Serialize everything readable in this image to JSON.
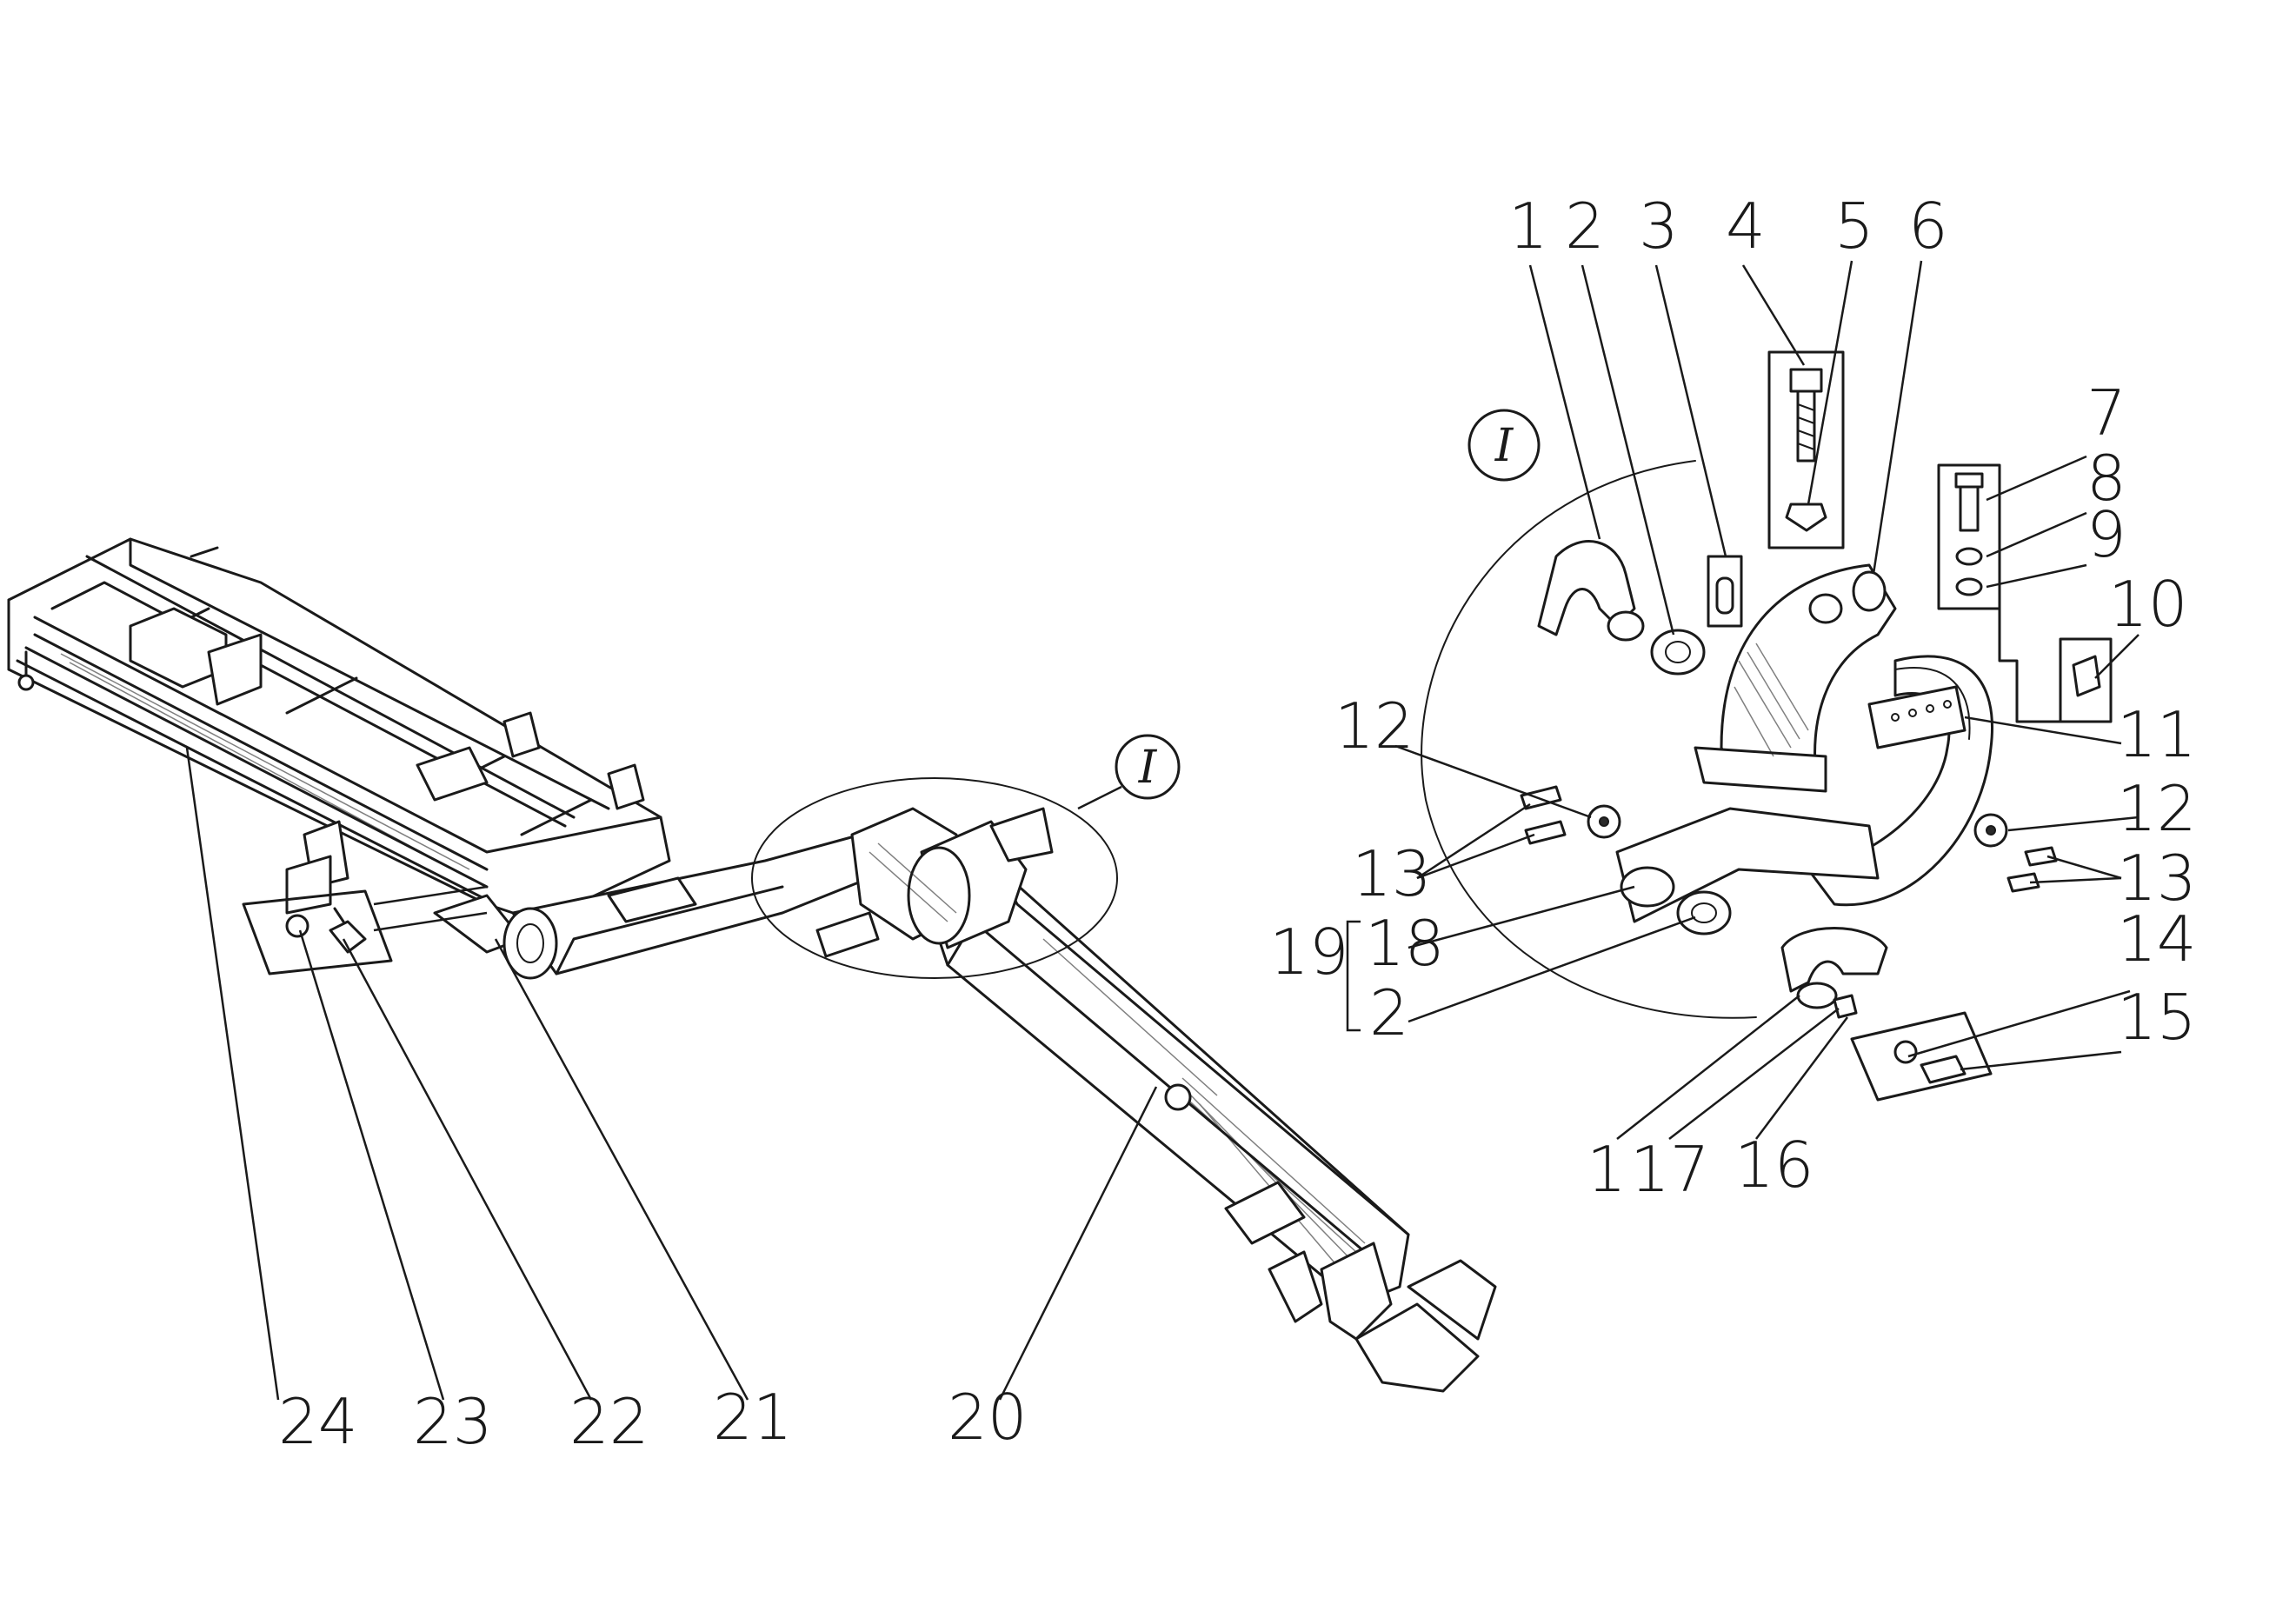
{
  "detail_marker": "I",
  "labels": {
    "l1": "1",
    "l2": "2",
    "l3": "3",
    "l4": "4",
    "l5": "5",
    "l6": "6",
    "l7": "7",
    "l8": "8",
    "l9": "9",
    "l10": "10",
    "l11": "11",
    "l12a": "12",
    "l12b": "12",
    "l13a": "13",
    "l13b": "13",
    "l14": "14",
    "l15": "15",
    "l16": "16",
    "l17": "17",
    "l18": "18",
    "l19": "19",
    "l2b": "2",
    "l1b": "1",
    "l20": "20",
    "l21": "21",
    "l22": "22",
    "l23": "23",
    "l24": "24"
  },
  "colors": {
    "ink": "#1a1a1a",
    "paper": "#ffffff"
  }
}
